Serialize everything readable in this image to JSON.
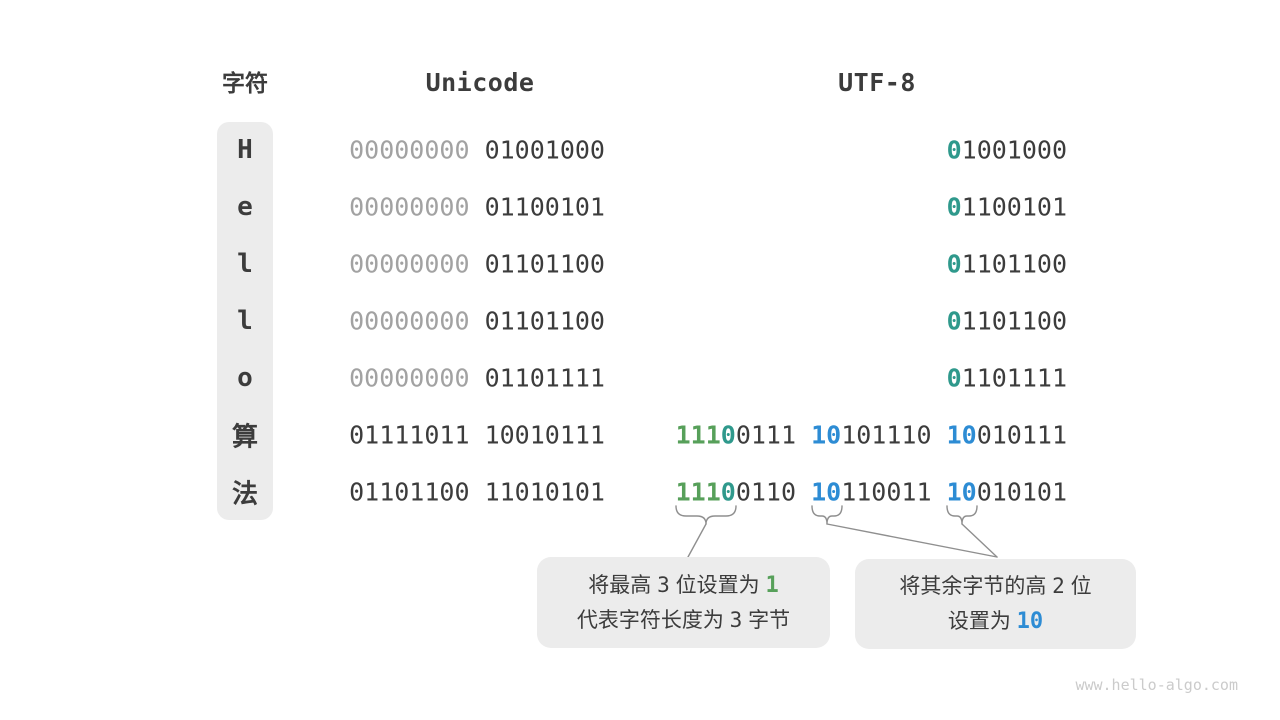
{
  "headers": {
    "char": "字符",
    "unicode": "Unicode",
    "utf8": "UTF-8"
  },
  "rows": [
    {
      "char": "H",
      "unicode": [
        {
          "t": "00000000",
          "s": "gray"
        },
        {
          "t": "01001000",
          "s": "dark"
        }
      ],
      "utf8": [
        [
          {
            "t": "0",
            "s": "teal"
          },
          {
            "t": "1001000",
            "s": "dark"
          }
        ]
      ]
    },
    {
      "char": "e",
      "unicode": [
        {
          "t": "00000000",
          "s": "gray"
        },
        {
          "t": "01100101",
          "s": "dark"
        }
      ],
      "utf8": [
        [
          {
            "t": "0",
            "s": "teal"
          },
          {
            "t": "1100101",
            "s": "dark"
          }
        ]
      ]
    },
    {
      "char": "l",
      "unicode": [
        {
          "t": "00000000",
          "s": "gray"
        },
        {
          "t": "01101100",
          "s": "dark"
        }
      ],
      "utf8": [
        [
          {
            "t": "0",
            "s": "teal"
          },
          {
            "t": "1101100",
            "s": "dark"
          }
        ]
      ]
    },
    {
      "char": "l",
      "unicode": [
        {
          "t": "00000000",
          "s": "gray"
        },
        {
          "t": "01101100",
          "s": "dark"
        }
      ],
      "utf8": [
        [
          {
            "t": "0",
            "s": "teal"
          },
          {
            "t": "1101100",
            "s": "dark"
          }
        ]
      ]
    },
    {
      "char": "o",
      "unicode": [
        {
          "t": "00000000",
          "s": "gray"
        },
        {
          "t": "01101111",
          "s": "dark"
        }
      ],
      "utf8": [
        [
          {
            "t": "0",
            "s": "teal"
          },
          {
            "t": "1101111",
            "s": "dark"
          }
        ]
      ]
    },
    {
      "char": "算",
      "unicode": [
        {
          "t": "01111011",
          "s": "dark"
        },
        {
          "t": "10010111",
          "s": "dark"
        }
      ],
      "utf8": [
        [
          {
            "t": "111",
            "s": "green"
          },
          {
            "t": "0",
            "s": "teal"
          },
          {
            "t": "0111",
            "s": "dark"
          }
        ],
        [
          {
            "t": "10",
            "s": "blue"
          },
          {
            "t": "101110",
            "s": "dark"
          }
        ],
        [
          {
            "t": "10",
            "s": "blue"
          },
          {
            "t": "010111",
            "s": "dark"
          }
        ]
      ]
    },
    {
      "char": "法",
      "unicode": [
        {
          "t": "01101100",
          "s": "dark"
        },
        {
          "t": "11010101",
          "s": "dark"
        }
      ],
      "utf8": [
        [
          {
            "t": "111",
            "s": "green"
          },
          {
            "t": "0",
            "s": "teal"
          },
          {
            "t": "0110",
            "s": "dark"
          }
        ],
        [
          {
            "t": "10",
            "s": "blue"
          },
          {
            "t": "110011",
            "s": "dark"
          }
        ],
        [
          {
            "t": "10",
            "s": "blue"
          },
          {
            "t": "010101",
            "s": "dark"
          }
        ]
      ]
    }
  ],
  "callouts": {
    "left": {
      "lines": [
        [
          {
            "t": "将最高 ",
            "s": "text"
          },
          {
            "t": "3",
            "s": "num"
          },
          {
            "t": " 位设置为 ",
            "s": "text"
          },
          {
            "t": "1",
            "s": "green"
          }
        ],
        [
          {
            "t": "代表字符长度为 ",
            "s": "text"
          },
          {
            "t": "3",
            "s": "num"
          },
          {
            "t": " 字节",
            "s": "text"
          }
        ]
      ]
    },
    "right": {
      "lines": [
        [
          {
            "t": "将其余字节的高 ",
            "s": "text"
          },
          {
            "t": "2",
            "s": "num"
          },
          {
            "t": " 位",
            "s": "text"
          }
        ],
        [
          {
            "t": "设置为 ",
            "s": "text"
          },
          {
            "t": "10",
            "s": "blue"
          }
        ]
      ]
    }
  },
  "watermark": "www.hello-algo.com",
  "colors": {
    "dark": "#3c3c3c",
    "gray": "#a2a2a2",
    "green": "#57a05a",
    "teal": "#2f998c",
    "blue": "#2d8cd4",
    "panel": "#ececec",
    "line": "#8f8f8f",
    "watermark": "#cbcbcb"
  }
}
